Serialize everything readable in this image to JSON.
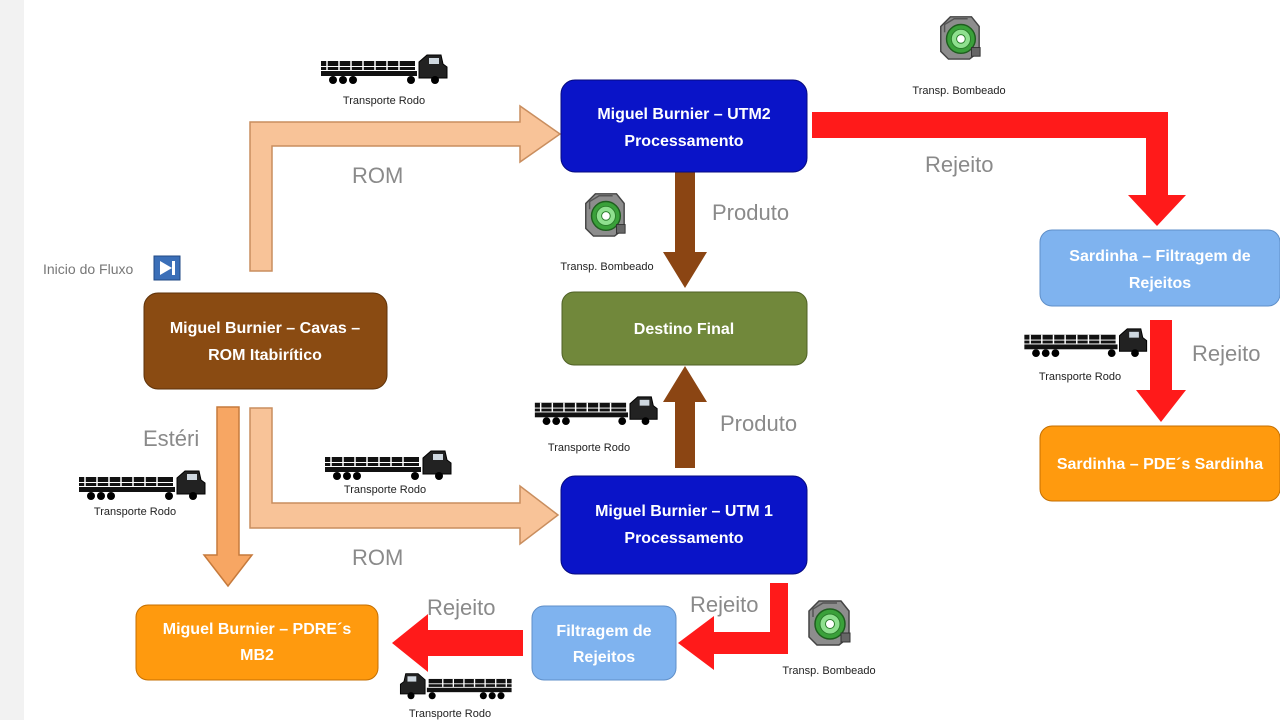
{
  "start": {
    "label": "Inicio do Fluxo",
    "icon": "play-next-icon"
  },
  "colors": {
    "brown": "#8a4b12",
    "navy": "#0a14c8",
    "green": "#71883b",
    "orange": "#ff9a0e",
    "lightblue": "#7fb3ef",
    "peach": "#f7c09a",
    "red": "#ff1a1a",
    "rom_arrow": "#f8c398",
    "esteril_arrow": "#f7a663",
    "product_arrow": "#8b4513"
  },
  "nodes": {
    "cavas": {
      "lines": [
        "Miguel Burnier – Cavas –",
        "ROM Itabirítico"
      ]
    },
    "utm2": {
      "lines": [
        "Miguel Burnier – UTM2",
        "Processamento"
      ]
    },
    "destino": {
      "lines": [
        "Destino Final"
      ]
    },
    "utm1": {
      "lines": [
        "Miguel Burnier – UTM 1",
        "Processamento"
      ]
    },
    "pdre": {
      "lines": [
        "Miguel Burnier – PDRE´s",
        "MB2"
      ]
    },
    "filtragem": {
      "lines": [
        "Filtragem de",
        "Rejeitos"
      ]
    },
    "sardinha_filtragem": {
      "lines": [
        "Sardinha – Filtragem de",
        "Rejeitos"
      ]
    },
    "sardinha_pde": {
      "lines": [
        "Sardinha – PDE´s Sardinha"
      ]
    }
  },
  "edge_labels": {
    "rom_top": "ROM",
    "rom_bottom": "ROM",
    "produto_top": "Produto",
    "produto_bottom": "Produto",
    "rejeito_utm2": "Rejeito",
    "rejeito_sardinha": "Rejeito",
    "rejeito_utm1": "Rejeito",
    "rejeito_filtragem": "Rejeito",
    "esteril": "Estéri"
  },
  "transport": {
    "rodo_top": "Transporte Rodo",
    "bomb_top": "Transp. Bombeado",
    "bomb_middle": "Transp. Bombeado",
    "rodo_middle": "Transporte Rodo",
    "rodo_utm1": "Transporte Rodo",
    "rodo_left": "Transporte Rodo",
    "rodo_sardinha": "Transporte Rodo",
    "bomb_bottom": "Transp. Bombeado",
    "rodo_bottom": "Transporte Rodo"
  }
}
